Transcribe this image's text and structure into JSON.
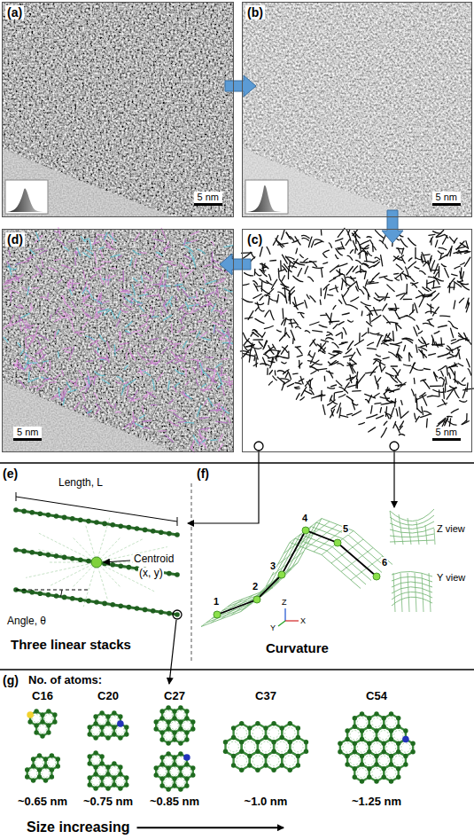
{
  "diagram": {
    "nodes": [
      {
        "text": [
          "(a)",
          "5 nm"
        ]
      },
      {
        "text": [
          "(b)",
          "5 nm"
        ]
      },
      {
        "text": [
          "(c)",
          "5 nm"
        ]
      },
      {
        "text": [
          "(d)",
          "5 nm"
        ]
      }
    ],
    "edges": [
      {
        "from": 0,
        "to": 1,
        "arrow": "to"
      },
      {
        "from": 1,
        "to": 2,
        "arrow": "to"
      },
      {
        "from": 2,
        "to": 3,
        "arrow": "to"
      }
    ],
    "labels": [
      "(e)",
      "Length, L",
      "Centroid",
      "(x, y)",
      "Angle, θ",
      "Three linear stacks",
      "(f)",
      "1",
      "2",
      "3",
      "4",
      "5",
      "6",
      "Z",
      "Y",
      "X",
      "Z view",
      "Y view",
      "Curvature",
      "(g)",
      "No. of atoms:",
      "C16",
      "C20",
      "C27",
      "C37",
      "C54",
      "~0.65 nm",
      "~0.75 nm",
      "~0.85 nm",
      "~1.0 nm",
      "~1.25 nm",
      "Size increasing"
    ]
  }
}
